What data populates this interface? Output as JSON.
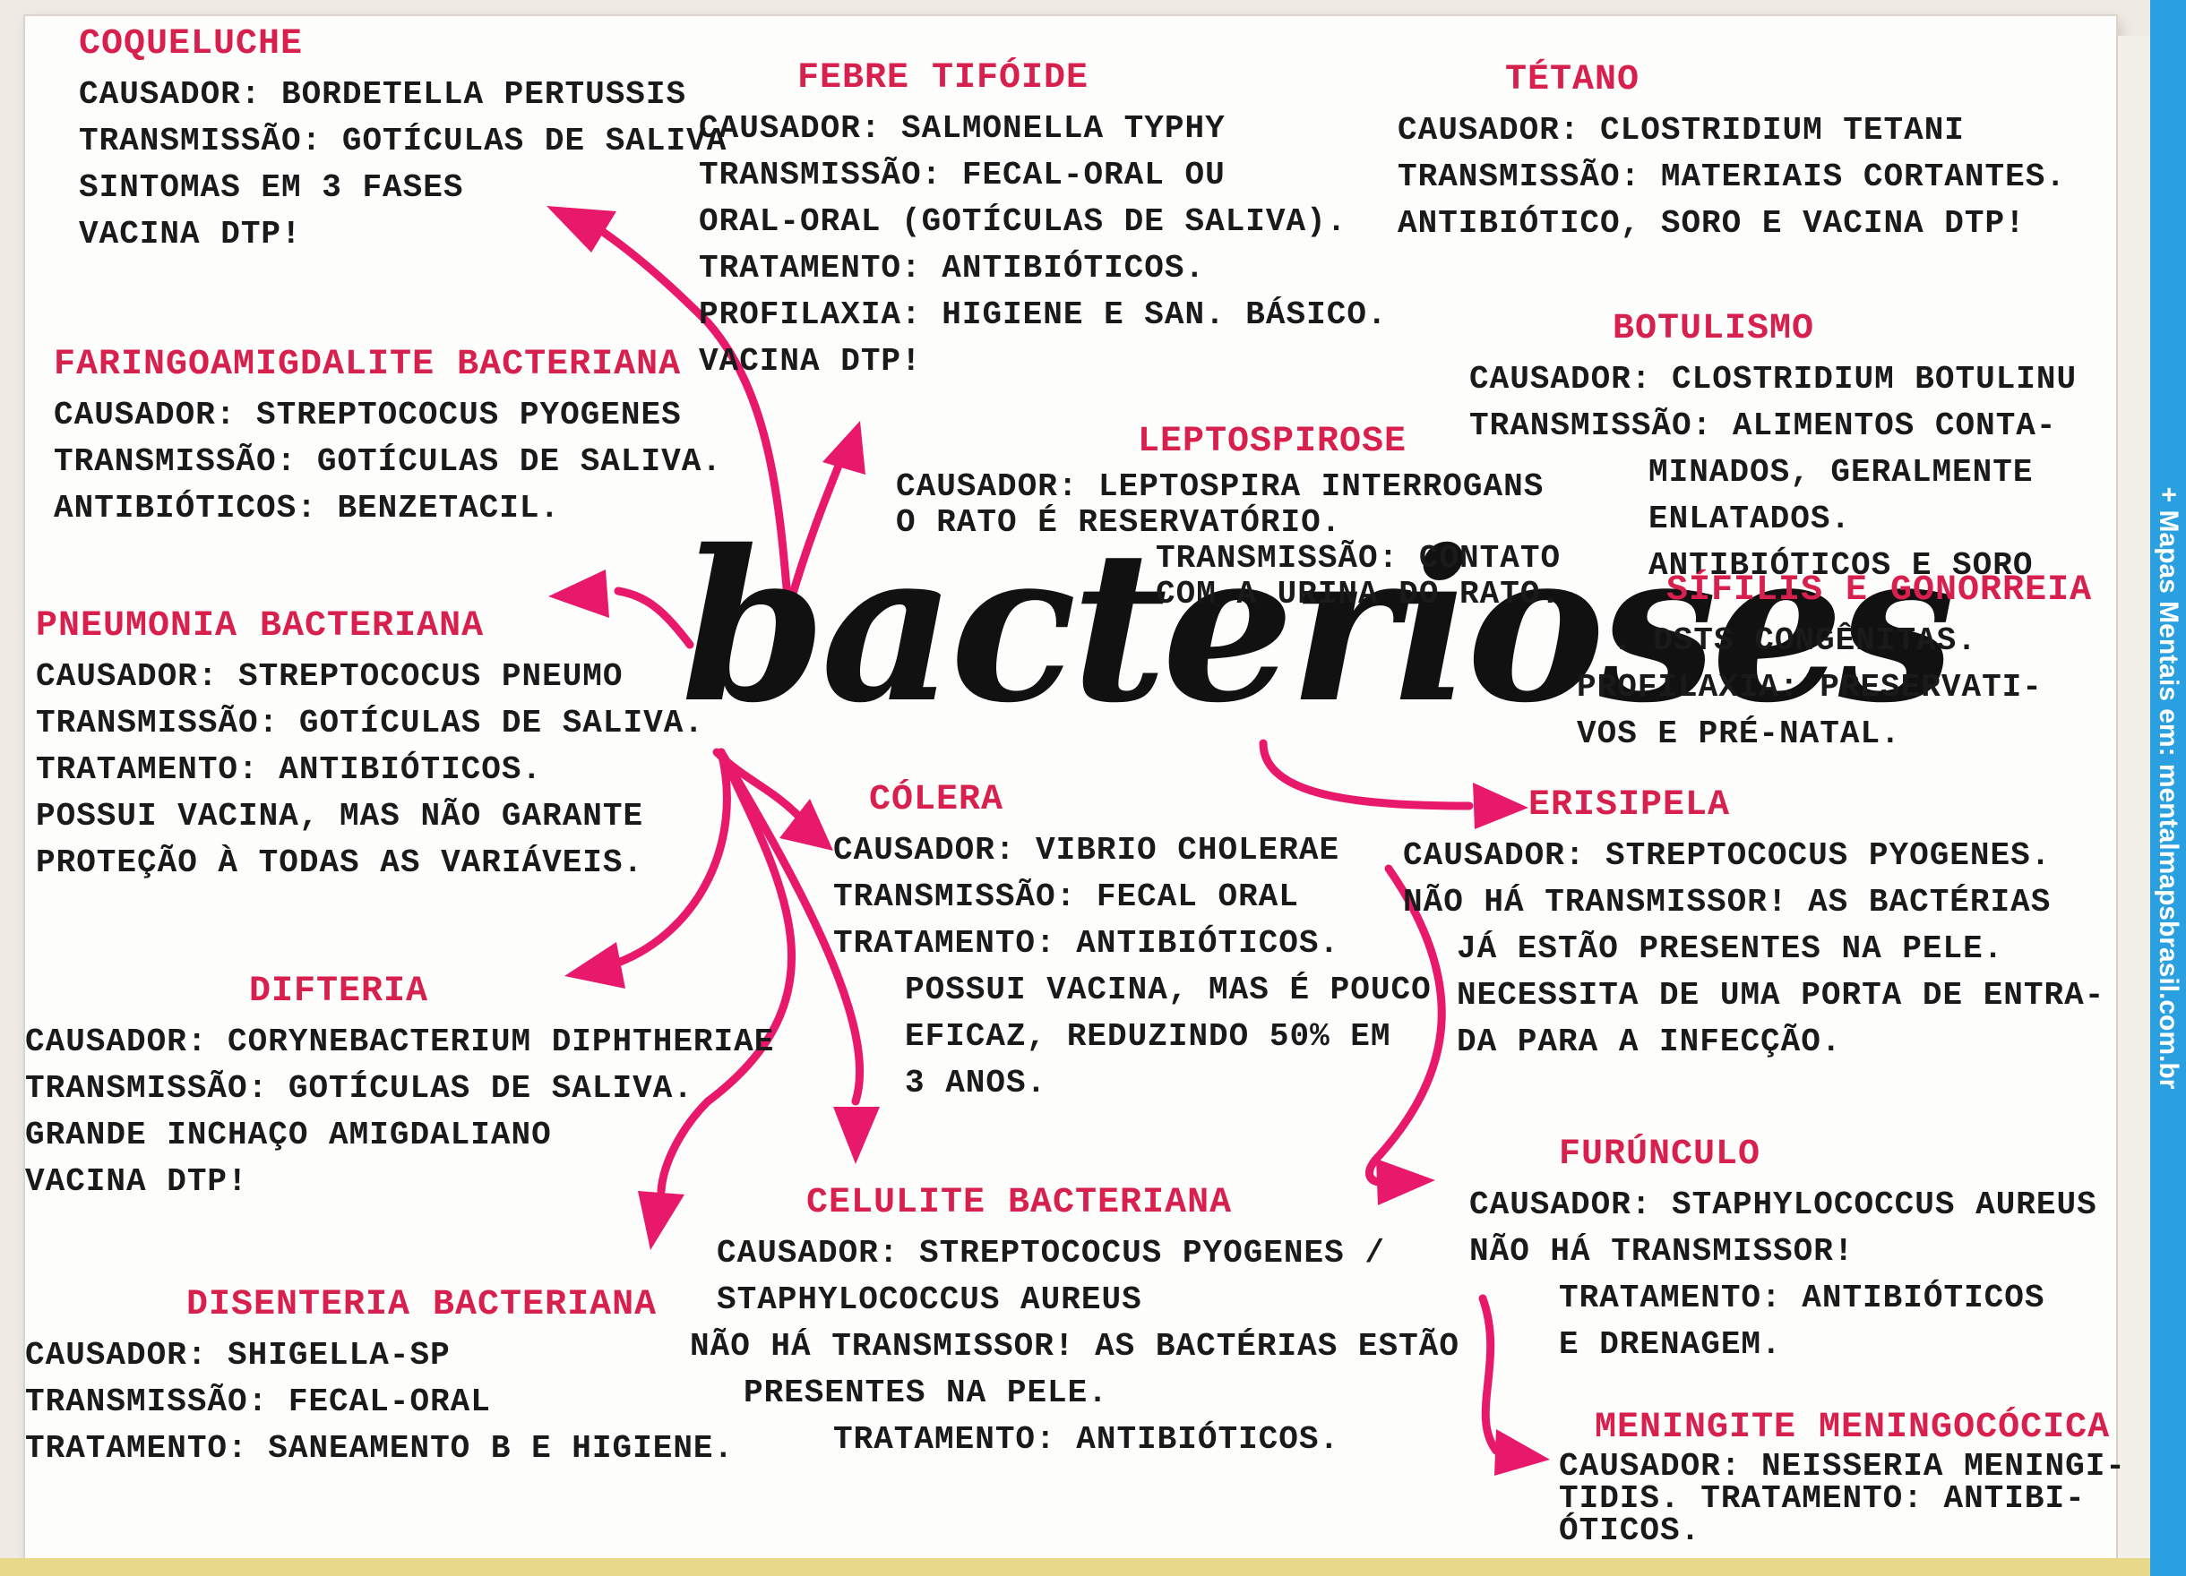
{
  "sidebar_text": "+ Mapas Mentais em: mentalmapsbrasil.com.br",
  "colors": {
    "accent": "#d8204f",
    "arrow": "#e8196a",
    "sidebar": "#2aa0e0",
    "ink": "#1a1a1a"
  },
  "central": "bacterioses",
  "diseases": [
    {
      "title": "COQUELUCHE",
      "lines": [
        "CAUSADOR: BORDETELLA PERTUSSIS",
        "TRANSMISSÃO: GOTÍCULAS DE SALIVA",
        "SINTOMAS EM 3 FASES",
        "VACINA DTP!"
      ]
    },
    {
      "title": "FEBRE TIFÓIDE",
      "lines": [
        "CAUSADOR: SALMONELLA TYPHY",
        "TRANSMISSÃO: FECAL-ORAL OU",
        "ORAL-ORAL (GOTÍCULAS DE SALIVA).",
        "TRATAMENTO: ANTIBIÓTICOS.",
        "PROFILAXIA: HIGIENE E SAN. BÁSICO.",
        "VACINA DTP!"
      ]
    },
    {
      "title": "TÉTANO",
      "lines": [
        "CAUSADOR: CLOSTRIDIUM TETANI",
        "TRANSMISSÃO: MATERIAIS CORTANTES.",
        "ANTIBIÓTICO, SORO E VACINA DTP!"
      ]
    },
    {
      "title": "FARINGOAMIGDALITE BACTERIANA",
      "lines": [
        "CAUSADOR: STREPTOCOCUS PYOGENES",
        "TRANSMISSÃO: GOTÍCULAS DE SALIVA.",
        "ANTIBIÓTICOS: BENZETACIL."
      ]
    },
    {
      "title": "BOTULISMO",
      "lines": [
        "CAUSADOR: CLOSTRIDIUM BOTULINU",
        "TRANSMISSÃO: ALIMENTOS CONTA-",
        "MINADOS, GERALMENTE",
        "ENLATADOS.",
        "ANTIBIÓTICOS E SORO"
      ]
    },
    {
      "title": "LEPTOSPIROSE",
      "lines": [
        "CAUSADOR: LEPTOSPIRA INTERROGANS",
        "O RATO É RESERVATÓRIO.",
        "TRANSMISSÃO: CONTATO",
        "COM A URINA DO RATO."
      ]
    },
    {
      "title": "PNEUMONIA BACTERIANA",
      "lines": [
        "CAUSADOR: STREPTOCOCUS PNEUMO",
        "TRANSMISSÃO: GOTÍCULAS DE SALIVA.",
        "TRATAMENTO: ANTIBIÓTICOS.",
        "POSSUI VACINA, MAS NÃO GARANTE",
        "PROTEÇÃO À TODAS AS VARIÁVEIS."
      ]
    },
    {
      "title": "SÍFILIS E GONORREIA",
      "lines": [
        ". DSTS CONGÊNITAS.",
        "PROFILAXIA: PRESERVATI-",
        "VOS E PRÉ-NATAL."
      ]
    },
    {
      "title": "CÓLERA",
      "lines": [
        "CAUSADOR: VIBRIO CHOLERAE",
        "TRANSMISSÃO: FECAL ORAL",
        "TRATAMENTO: ANTIBIÓTICOS.",
        "POSSUI VACINA, MAS É POUCO",
        "EFICAZ, REDUZINDO 50% EM",
        "3 ANOS."
      ]
    },
    {
      "title": "ERISIPELA",
      "lines": [
        "CAUSADOR: STREPTOCOCUS PYOGENES.",
        "NÃO HÁ TRANSMISSOR! AS BACTÉRIAS",
        "JÁ ESTÃO PRESENTES NA PELE.",
        "NECESSITA DE UMA PORTA DE ENTRA-",
        "DA PARA A INFECÇÃO."
      ]
    },
    {
      "title": "DIFTERIA",
      "lines": [
        "CAUSADOR: CORYNEBACTERIUM DIPHTHERIAE",
        "TRANSMISSÃO: GOTÍCULAS DE SALIVA.",
        "GRANDE INCHAÇO AMIGDALIANO",
        "VACINA DTP!"
      ]
    },
    {
      "title": "FURÚNCULO",
      "lines": [
        "CAUSADOR: STAPHYLOCOCCUS AUREUS",
        "NÃO HÁ TRANSMISSOR!",
        "TRATAMENTO: ANTIBIÓTICOS",
        "E DRENAGEM."
      ]
    },
    {
      "title": "CELULITE BACTERIANA",
      "lines": [
        "CAUSADOR: STREPTOCOCUS PYOGENES /",
        "STAPHYLOCOCCUS AUREUS",
        "NÃO HÁ TRANSMISSOR! AS BACTÉRIAS ESTÃO",
        "PRESENTES NA PELE.",
        "TRATAMENTO: ANTIBIÓTICOS."
      ]
    },
    {
      "title": "DISENTERIA BACTERIANA",
      "lines": [
        "CAUSADOR: SHIGELLA-SP",
        "TRANSMISSÃO: FECAL-ORAL",
        "TRATAMENTO: SANEAMENTO B E HIGIENE."
      ]
    },
    {
      "title": "MENINGITE MENINGOCÓCICA",
      "lines": [
        "CAUSADOR: NEISSERIA MENINGI-",
        "TIDIS. TRATAMENTO: ANTIBI-",
        "ÓTICOS."
      ]
    }
  ]
}
